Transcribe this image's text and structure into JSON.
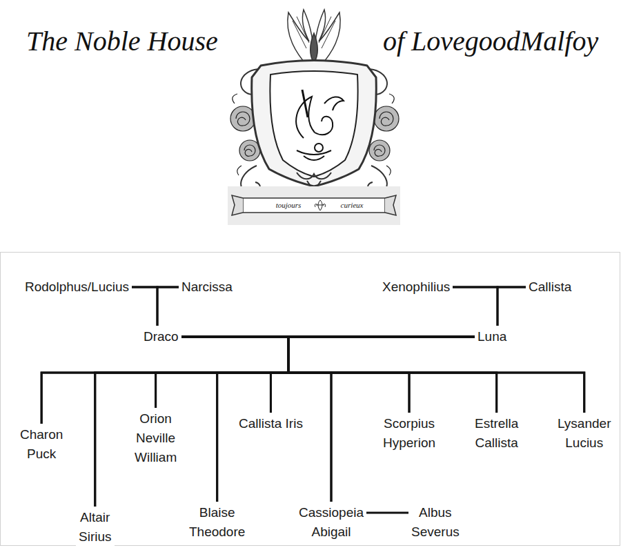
{
  "diagram": {
    "title": "The Noble House",
    "nodes": [
      {
        "text": [
          "Rodolphus/Lucius"
        ]
      },
      {
        "text": [
          "Narcissa"
        ]
      },
      {
        "text": [
          "Xenophilius"
        ]
      },
      {
        "text": [
          "Callista"
        ]
      },
      {
        "text": [
          "Draco"
        ]
      },
      {
        "text": [
          "Luna"
        ]
      },
      {
        "text": [
          "Charon Puck"
        ]
      },
      {
        "text": [
          "Altair Sirius"
        ]
      },
      {
        "text": [
          "Orion Neville William"
        ]
      },
      {
        "text": [
          "Blaise Theodore"
        ]
      },
      {
        "text": [
          "Callista Iris"
        ]
      },
      {
        "text": [
          "Cassiopeia Abigail"
        ]
      },
      {
        "text": [
          "Scorpius Hyperion"
        ]
      },
      {
        "text": [
          "Estrella Callista"
        ]
      },
      {
        "text": [
          "Lysander Lucius"
        ]
      },
      {
        "text": [
          "Albus Severus"
        ]
      }
    ],
    "edges": [
      {
        "from": 0,
        "to": 1,
        "arrow": "none"
      },
      {
        "from": 2,
        "to": 3,
        "arrow": "none"
      },
      {
        "from": 0,
        "to": 4,
        "arrow": "none"
      },
      {
        "from": 1,
        "to": 4,
        "arrow": "none"
      },
      {
        "from": 2,
        "to": 5,
        "arrow": "none"
      },
      {
        "from": 3,
        "to": 5,
        "arrow": "none"
      },
      {
        "from": 4,
        "to": 5,
        "arrow": "none"
      },
      {
        "from": 4,
        "to": 6,
        "arrow": "none"
      },
      {
        "from": 5,
        "to": 6,
        "arrow": "none"
      },
      {
        "from": 4,
        "to": 7,
        "arrow": "none"
      },
      {
        "from": 5,
        "to": 7,
        "arrow": "none"
      },
      {
        "from": 4,
        "to": 8,
        "arrow": "none"
      },
      {
        "from": 5,
        "to": 8,
        "arrow": "none"
      },
      {
        "from": 4,
        "to": 9,
        "arrow": "none"
      },
      {
        "from": 5,
        "to": 9,
        "arrow": "none"
      },
      {
        "from": 4,
        "to": 10,
        "arrow": "none"
      },
      {
        "from": 5,
        "to": 10,
        "arrow": "none"
      },
      {
        "from": 4,
        "to": 11,
        "arrow": "none"
      },
      {
        "from": 5,
        "to": 11,
        "arrow": "none"
      },
      {
        "from": 4,
        "to": 12,
        "arrow": "none"
      },
      {
        "from": 5,
        "to": 12,
        "arrow": "none"
      },
      {
        "from": 4,
        "to": 13,
        "arrow": "none"
      },
      {
        "from": 5,
        "to": 13,
        "arrow": "none"
      },
      {
        "from": 4,
        "to": 14,
        "arrow": "none"
      },
      {
        "from": 5,
        "to": 14,
        "arrow": "none"
      },
      {
        "from": 11,
        "to": 15,
        "arrow": "none"
      }
    ],
    "labels": [
      "of LovegoodMalfoy",
      "toujours",
      "curieux"
    ]
  }
}
